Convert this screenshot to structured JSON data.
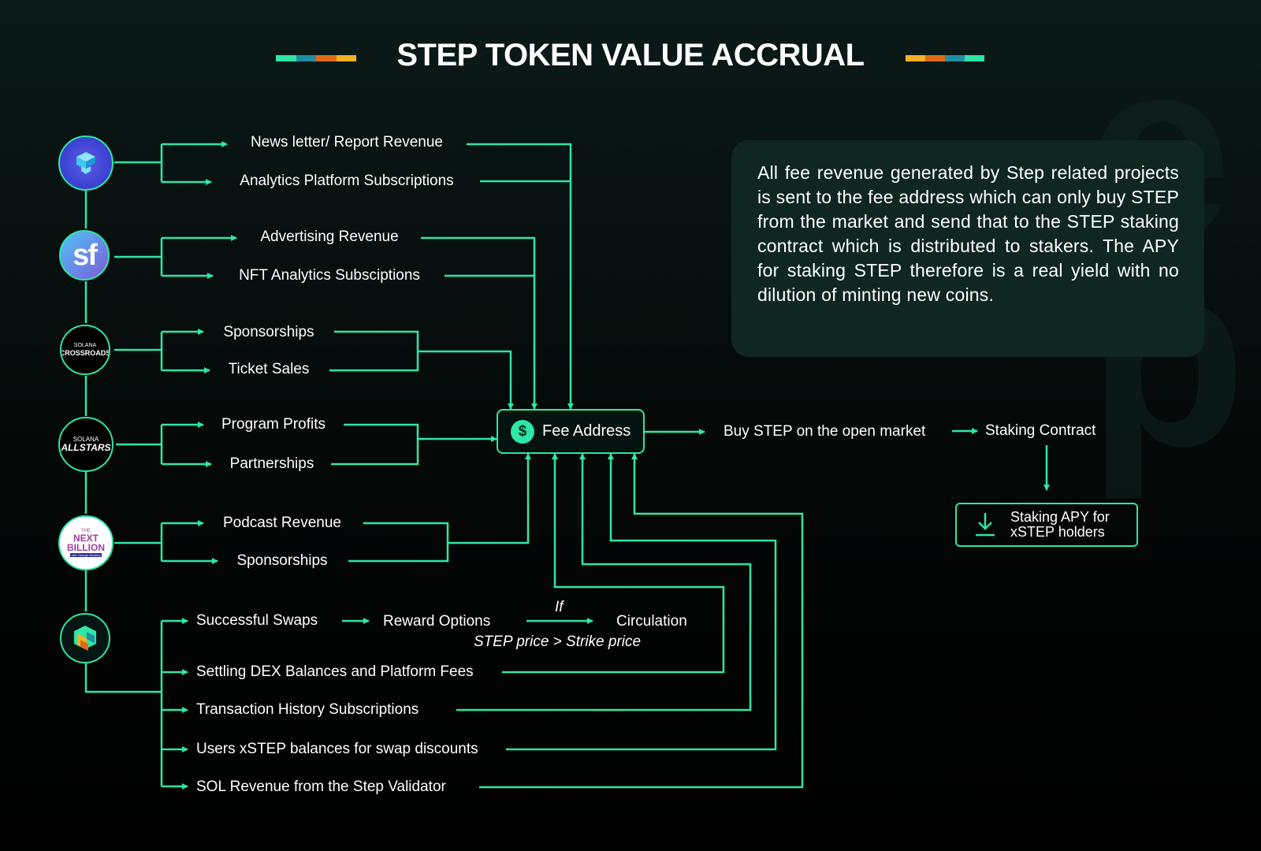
{
  "header": {
    "title": "STEP TOKEN VALUE ACCRUAL",
    "stripe_colors_left": [
      "#2ee6a6",
      "#1f8fa3",
      "#e06a1b",
      "#f2b127"
    ],
    "stripe_colors_right": [
      "#f2b127",
      "#e06a1b",
      "#1f8fa3",
      "#2ee6a6"
    ]
  },
  "colors": {
    "accent": "#2ee6a6",
    "panel": "#0f2622"
  },
  "logos": {
    "step_finance": "step-finance-logo",
    "solanafloor": {
      "text": "sf"
    },
    "solana_crossroads": {
      "small": "SOLANA",
      "big": "CROSSROADS"
    },
    "solana_allstars": {
      "small": "SOLANA",
      "big": "ALLSTARS"
    },
    "next_billion": {
      "line1": "THE",
      "line2": "NEXT",
      "line3": "BILLION",
      "sub": "with George Mooney"
    },
    "stepn_dex": "step-dex-logo"
  },
  "sources": {
    "newsletter": "News letter/ Report Revenue",
    "analytics_subs": "Analytics Platform Subscriptions",
    "advertising": "Advertising Revenue",
    "nft_analytics": "NFT Analytics Subsciptions",
    "sponsorships_1": "Sponsorships",
    "ticket_sales": "Ticket Sales",
    "program_profits": "Program Profits",
    "partnerships": "Partnerships",
    "podcast_revenue": "Podcast Revenue",
    "sponsorships_2": "Sponsorships",
    "successful_swaps": "Successful Swaps",
    "reward_options": "Reward Options",
    "if_label": "If",
    "circulation": "Circulation",
    "strike_condition": "STEP price > Strike price",
    "settling_dex": "Settling DEX Balances and  Platform Fees",
    "tx_history": "Transaction  History  Subscriptions",
    "xstep_balances": "Users xSTEP  balances for swap discounts",
    "sol_revenue": "SOL Revenue from the Step Validator"
  },
  "flow": {
    "fee_address": "Fee Address",
    "dollar_symbol": "$",
    "buy_step": "Buy  STEP on the open market",
    "staking_contract": "Staking Contract",
    "staking_apy": "Staking APY for\nxSTEP holders"
  },
  "description": "All fee revenue generated by Step related projects is sent to the fee address which can only buy STEP from the market and send that to the STEP staking contract which is distributed to stakers. The APY for staking STEP therefore is a real yield with no dilution of minting new coins."
}
